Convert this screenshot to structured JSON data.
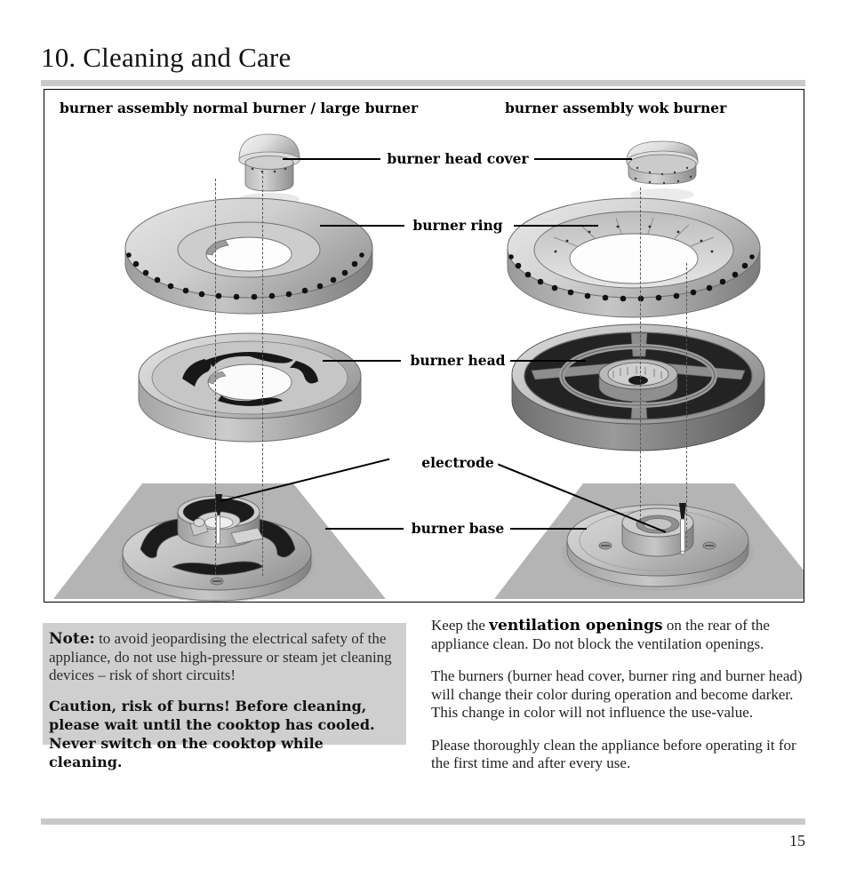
{
  "document": {
    "chapter_title": "10. Cleaning and Care",
    "page_number": "15"
  },
  "figure": {
    "heading_left": "burner assembly normal burner / large burner",
    "heading_right": "burner assembly wok burner",
    "labels": {
      "head_cover": "burner head cover",
      "ring": "burner ring",
      "head": "burner head",
      "electrode": "electrode",
      "base": "burner base"
    }
  },
  "note": {
    "lead": "Note:",
    "body": " to avoid jeopardising the electrical safety of the appliance, do not use high-pressure or steam jet cleaning devices – risk of short circuits!",
    "caution": "Caution, risk of burns! Before cleaning, please wait until the cooktop has cooled. Never switch on the cooktop while cleaning."
  },
  "body_text": {
    "p1_before": "Keep the ",
    "p1_bold": "ventilation openings",
    "p1_after": " on the rear of the appliance clean. Do not block the ventilation openings.",
    "p2": "The burners (burner head cover, burner ring and burner head) will change their color during operation and become darker. This change in color will not influence the use-value.",
    "p3": "Please thoroughly clean the appliance before operating it for the first time and after every use."
  },
  "colors": {
    "rule_gray": "#c9c9c9",
    "note_bg": "#cfcfcf",
    "metal_light": "#e8e8e8",
    "metal_mid": "#b4b4b4",
    "metal_dark": "#8a8a8a",
    "slot_dark": "#1d1d1d",
    "plane_gray": "#b3b3b3",
    "frame_border": "#000000"
  }
}
